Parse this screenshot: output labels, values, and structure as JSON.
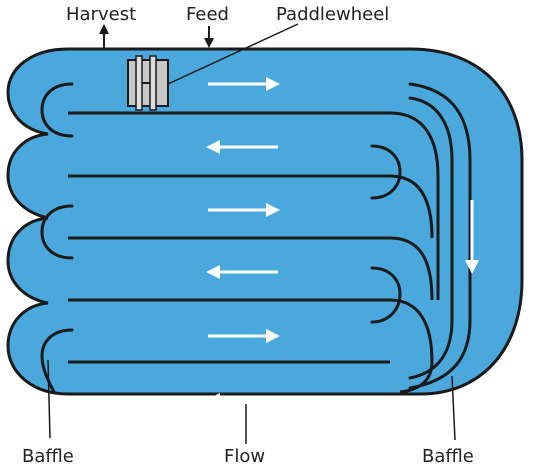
{
  "labels": {
    "harvest": "Harvest",
    "feed": "Feed",
    "paddlewheel": "Paddlewheel",
    "baffle_left": "Baffle",
    "flow": "Flow",
    "baffle_right": "Baffle"
  },
  "colors": {
    "water": "#4aa8dc",
    "outline": "#1a1a1a",
    "flow_arrow": "#ffffff",
    "paddlewheel": "#c8c8c8"
  },
  "icons": {
    "paddlewheel": "paddlewheel-icon",
    "flow_arrow": "flow-arrow-icon"
  }
}
